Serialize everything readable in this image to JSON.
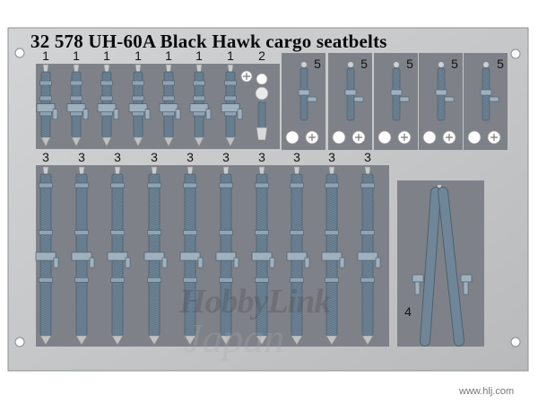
{
  "title": "32 578 UH-60A Black Hawk cargo seatbelts",
  "part_numbers": {
    "row1_straps": [
      "1",
      "1",
      "1",
      "1",
      "1",
      "1",
      "1"
    ],
    "row1_buckle": "2",
    "boxes": [
      "5",
      "5",
      "5",
      "5",
      "5"
    ],
    "row2_straps": [
      "3",
      "3",
      "3",
      "3",
      "3",
      "3",
      "3",
      "3",
      "3",
      "3"
    ],
    "harness": "4"
  },
  "watermark": {
    "logo": "HobbyLink",
    "script": "Japan",
    "url": "www.hlj.com"
  },
  "colors": {
    "fret": "#c7c8c9",
    "panel": "#7e8288",
    "strap": "#6e8597",
    "strap_edge": "#4d5f6d"
  }
}
